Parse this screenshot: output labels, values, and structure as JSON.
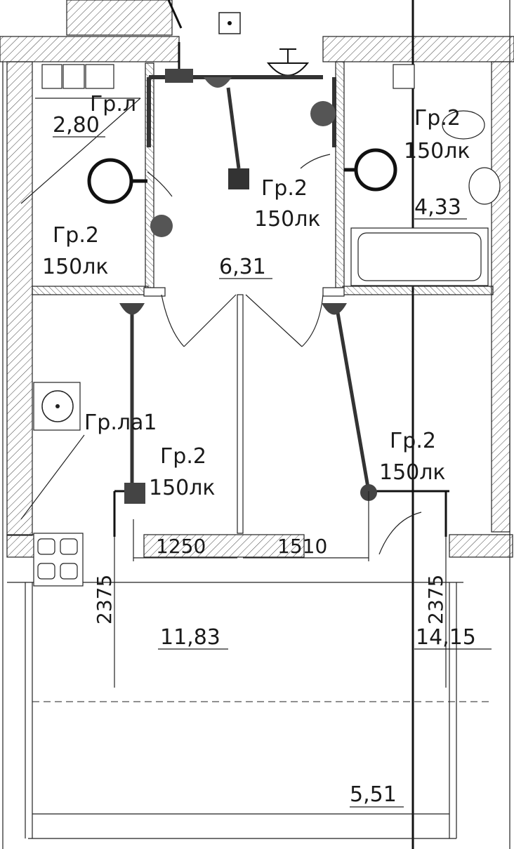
{
  "rooms": {
    "area_wc": "2,80",
    "area_hall": "6,31",
    "area_bath": "4,33",
    "area_kitchen": "11,83",
    "area_room": "14,15",
    "area_balcony": "5,51"
  },
  "fixtures": {
    "wc_light_label_line1": "Гр.2",
    "wc_light_label_line2": "150лк",
    "hall_light_label_line1": "Гр.2",
    "hall_light_label_line2": "150лк",
    "bath_light_label_line1": "Гр.2",
    "bath_light_label_line2": "150лк",
    "kitchen_light_label_line1": "Гр.2",
    "kitchen_light_label_line2": "150лк",
    "room_light_label_line1": "Гр.2",
    "room_light_label_line2": "150лк",
    "emergency_label": "Гр.ла1",
    "top_label": "Гр.л"
  },
  "dimensions": {
    "kitchen_width": "1250",
    "room_width": "1510",
    "kitchen_height": "2375",
    "room_height": "2375"
  }
}
